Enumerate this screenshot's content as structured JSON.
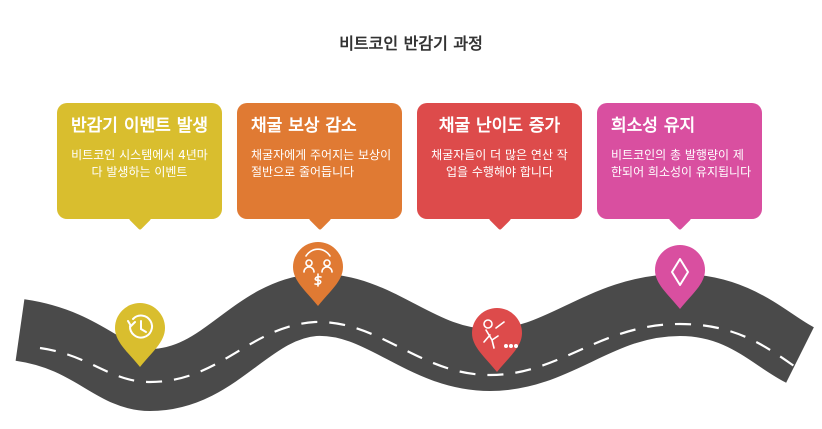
{
  "title": "비트코인 반감기 과정",
  "colors": {
    "road": "#4a4a4a",
    "dash": "#ffffff",
    "step1": "#d9be2e",
    "step2": "#e07a33",
    "step3": "#dd4b4b",
    "step4": "#d94fa0"
  },
  "steps": [
    {
      "title": "반감기 이벤트 발생",
      "description": "비트코인 시스템에서 4년마다 발생하는 이벤트",
      "icon": "clock-history-icon"
    },
    {
      "title": "채굴 보상 감소",
      "description": "채굴자에게 주어지는 보상이 절반으로 줄어듭니다",
      "icon": "people-exchange-coin-icon"
    },
    {
      "title": "채굴 난이도 증가",
      "description": "채굴자들이 더 많은 연산 작업을 수행해야 합니다",
      "icon": "miner-effort-icon"
    },
    {
      "title": "희소성 유지",
      "description": "비트코인의 총 발행량이 제한되어 희소성이 유지됩니다",
      "icon": "diamond-icon"
    }
  ]
}
